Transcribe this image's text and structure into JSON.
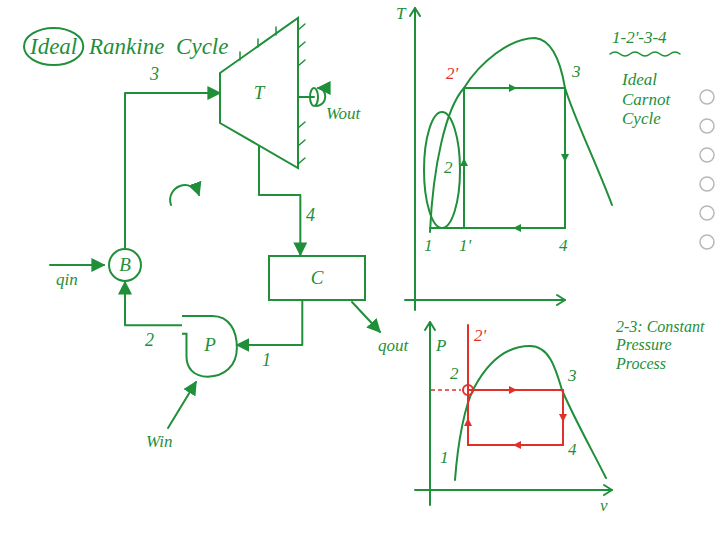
{
  "diagram": {
    "title": "Ideal Rankine Cycle",
    "nodes": [
      {
        "text": [
          "B"
        ]
      },
      {
        "text": [
          "T"
        ]
      },
      {
        "text": [
          "C"
        ]
      },
      {
        "text": [
          "P"
        ]
      }
    ],
    "edges": [
      {
        "from": 0,
        "to": 1,
        "arrow": "to",
        "label": "3"
      },
      {
        "from": 1,
        "to": 2,
        "arrow": "to",
        "label": "4"
      },
      {
        "from": 2,
        "to": 3,
        "arrow": "to",
        "label": "1"
      },
      {
        "from": 3,
        "to": 0,
        "arrow": "to",
        "label": "2"
      }
    ],
    "labels": [
      "Wout",
      "qin",
      "qout",
      "Win",
      "T",
      "1",
      "1'",
      "2",
      "2'",
      "3",
      "4",
      "1-2'-3-4",
      "Ideal Carnot Cycle",
      "P",
      "v",
      "1",
      "2",
      "2'",
      "3",
      "4",
      "2-3: Constant Pressure Process"
    ]
  }
}
